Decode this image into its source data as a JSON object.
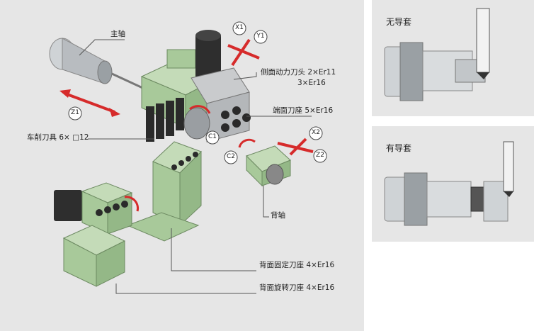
{
  "main": {
    "labels": {
      "spindle": "主轴",
      "side_live_tool_1": "侧面动力刀头 2×Er11",
      "side_live_tool_2": "3×Er16",
      "end_tool_holder": "端面刀座 5×Er16",
      "turning_tools": "车削刀具 6× □12",
      "back_spindle": "背轴",
      "back_fixed_holder": "背面固定刀座 4×Er16",
      "back_rotary_holder": "背面旋转刀座 4×Er16"
    },
    "axes": {
      "x1": "X1",
      "y1": "Y1",
      "z1": "Z1",
      "c1": "C1",
      "x2": "X2",
      "z2": "Z2",
      "c2": "C2"
    }
  },
  "panels": {
    "no_guide_title": "无导套",
    "with_guide_title": "有导套"
  },
  "colors": {
    "panel_bg": "#e6e6e6",
    "accent_red": "#d62b2b",
    "machine_green": "#a8c99a",
    "machine_dark": "#333333"
  }
}
